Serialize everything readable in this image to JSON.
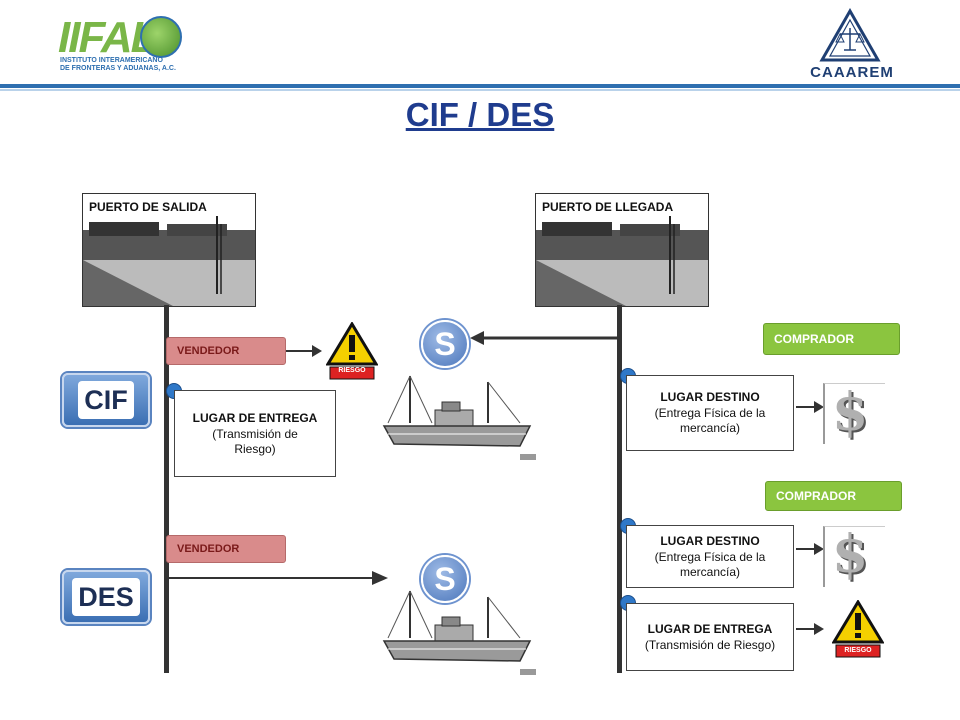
{
  "header": {
    "logo_text": "IIFAL",
    "logo_subtitle_1": "INSTITUTO INTERAMERICANO",
    "logo_subtitle_2": "DE FRONTERAS Y ADUANAS, A.C.",
    "right_logo_text": "CAAAREM"
  },
  "title": "CIF / DES",
  "ports": {
    "departure": "PUERTO DE SALIDA",
    "arrival": "PUERTO DE LLEGADA"
  },
  "cif": {
    "label": "CIF",
    "seller": "VENDEDOR",
    "delivery_title": "LUGAR DE ENTREGA",
    "delivery_sub": "(Transmisión de Riesgo)",
    "buyer": "COMPRADOR",
    "dest_title": "LUGAR DESTINO",
    "dest_sub": "(Entrega Física de la mercancía)",
    "risk_label": "RIESGO",
    "insurance_symbol": "S"
  },
  "des": {
    "label": "DES",
    "seller": "VENDEDOR",
    "buyer": "COMPRADOR",
    "dest_title": "LUGAR DESTINO",
    "dest_sub": "(Entrega Física de la mercancía)",
    "delivery_title": "LUGAR DE ENTREGA",
    "delivery_sub": "(Transmisión de Riesgo)",
    "risk_label": "RIESGO",
    "insurance_symbol": "S"
  },
  "colors": {
    "title": "#1f3c8e",
    "seller_pill": "#d98b8b",
    "buyer_pill": "#8bc53f",
    "timeline_dot": "#2f78c8",
    "insurance_circle": "#5b86c8"
  },
  "icons": [
    "warning-icon",
    "insurance-s-icon",
    "ship-icon",
    "dollar-icon",
    "port-photo"
  ]
}
